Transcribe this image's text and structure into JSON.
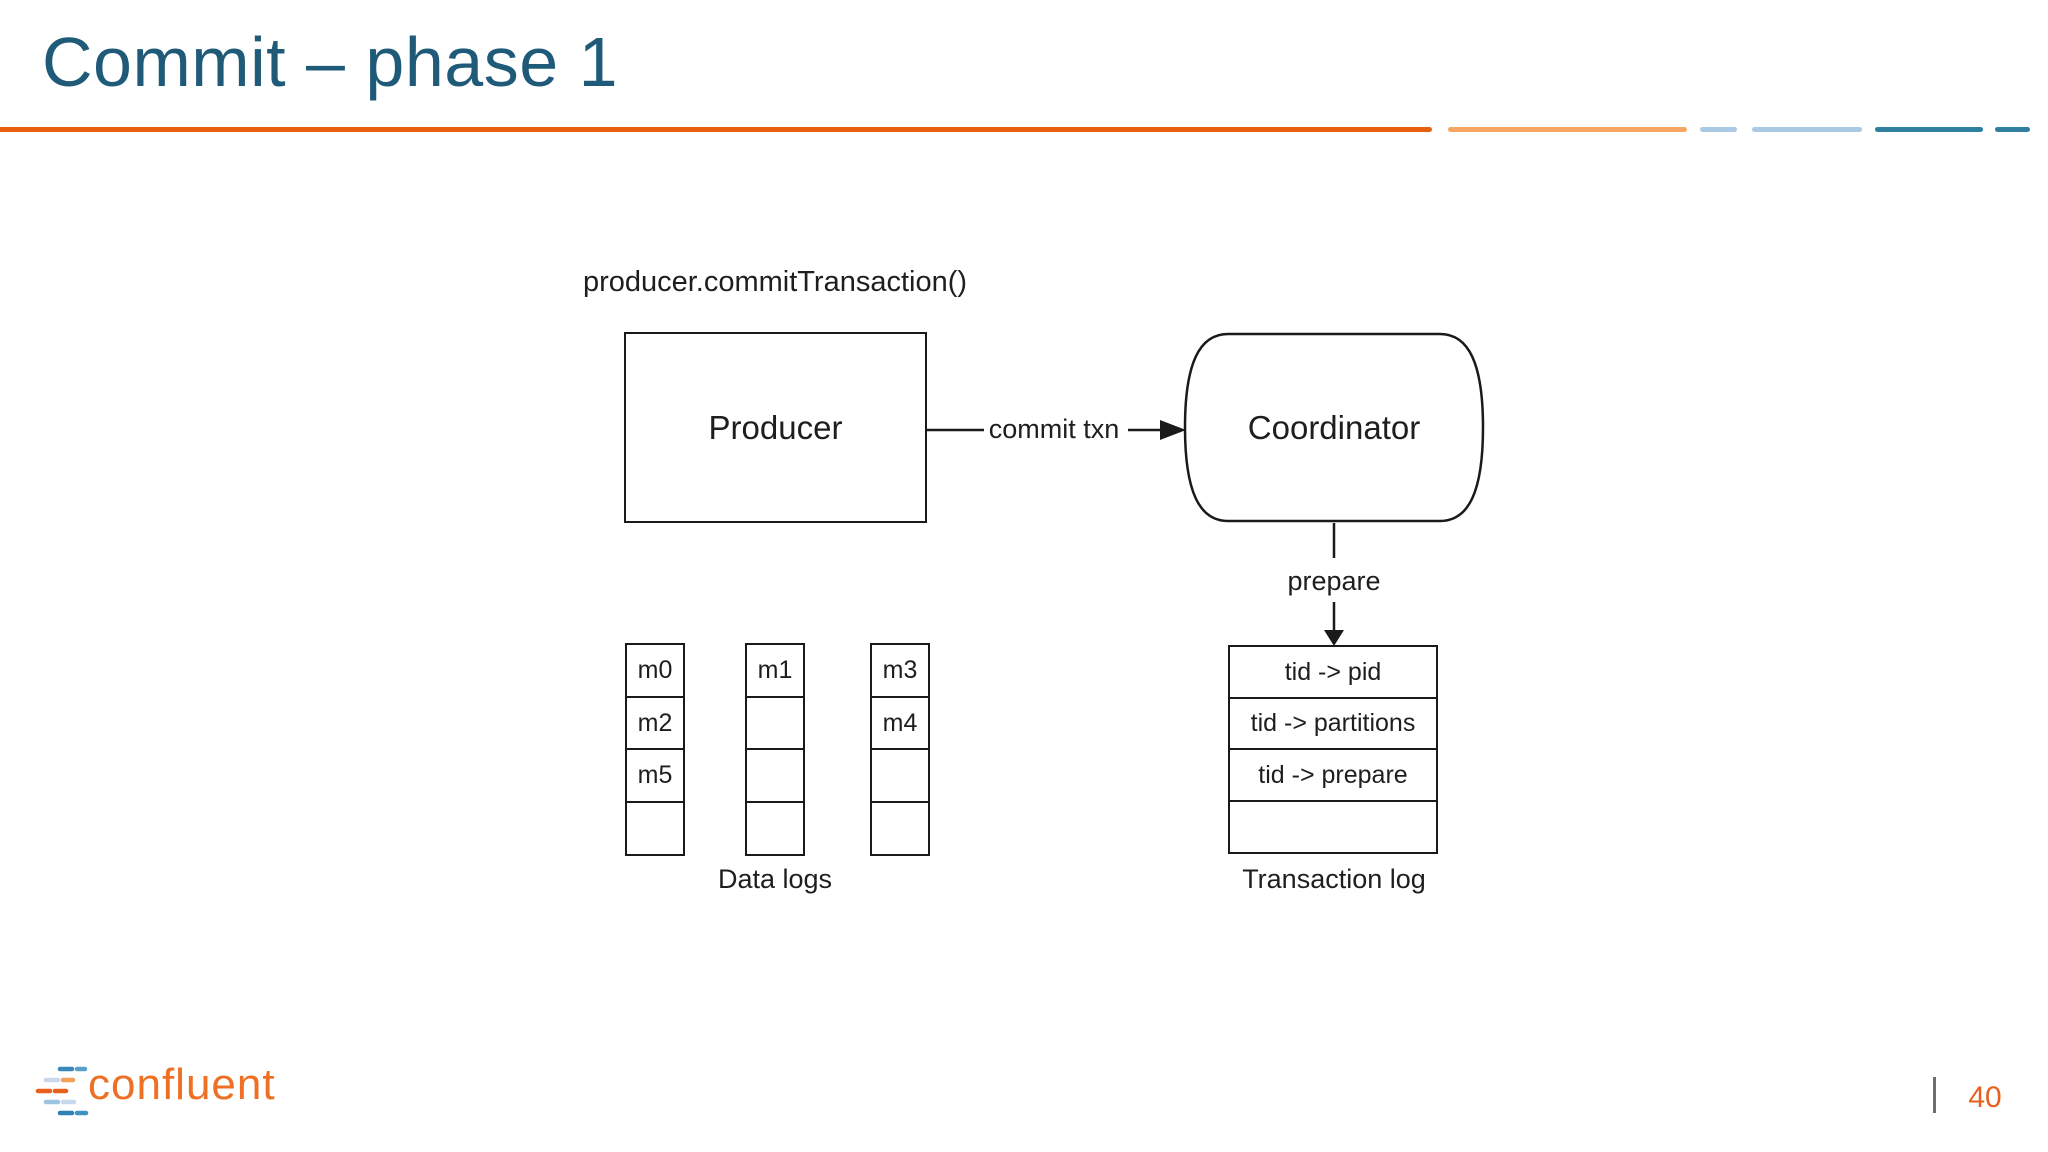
{
  "slide": {
    "title": "Commit – phase 1",
    "page_number": "40",
    "brand": "confluent"
  },
  "colors": {
    "title_teal": "#1f5b78",
    "rule_orange": "#e8600f",
    "rule_orange_light": "#f5a662",
    "rule_blue_light": "#aac9e4",
    "rule_teal": "#2e7fa0",
    "logo_orange": "#ee7024",
    "page_number_orange": "#e8611c",
    "diagram_stroke": "#1a1a1a"
  },
  "diagram": {
    "method_label": "producer.commitTransaction()",
    "producer_label": "Producer",
    "coordinator_label": "Coordinator",
    "commit_arrow_label": "commit txn",
    "prepare_label": "prepare",
    "data_logs": {
      "caption": "Data logs",
      "stacks": [
        {
          "cells": [
            "m0",
            "m2",
            "m5",
            ""
          ]
        },
        {
          "cells": [
            "m1",
            "",
            "",
            ""
          ]
        },
        {
          "cells": [
            "m3",
            "m4",
            "",
            ""
          ]
        }
      ]
    },
    "transaction_log": {
      "caption": "Transaction log",
      "rows": [
        "tid -> pid",
        "tid -> partitions",
        "tid -> prepare",
        ""
      ]
    }
  }
}
